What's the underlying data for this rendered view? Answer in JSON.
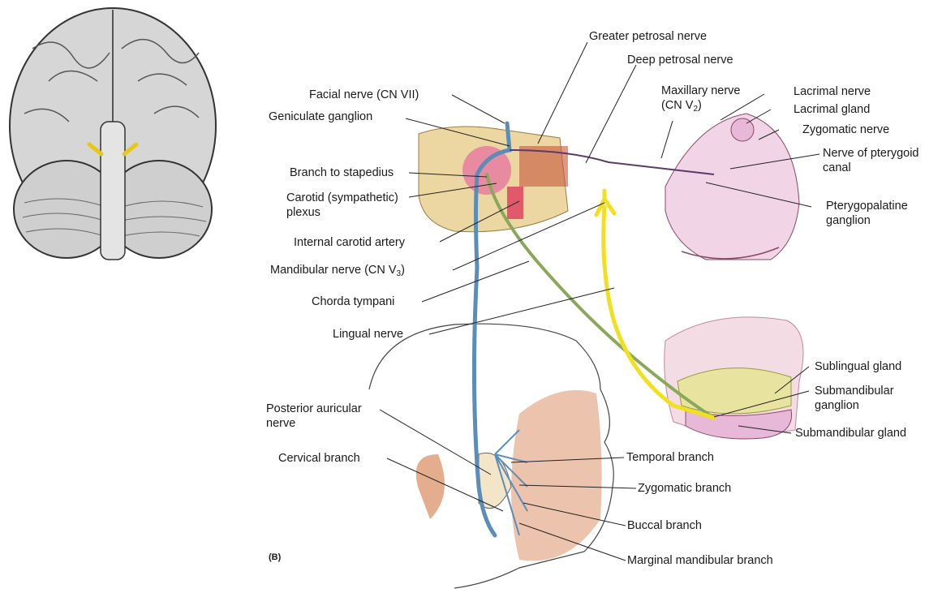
{
  "figure_tag": "(B)",
  "labels": {
    "facial_nerve": "Facial nerve (CN VII)",
    "geniculate_ganglion": "Geniculate ganglion",
    "branch_to_stapedius": "Branch to stapedius",
    "carotid_plexus_line1": "Carotid (sympathetic)",
    "carotid_plexus_line2": "plexus",
    "internal_carotid_artery": "Internal carotid artery",
    "mandibular_nerve_pre": "Mandibular nerve (CN V",
    "mandibular_nerve_sub": "3",
    "mandibular_nerve_post": ")",
    "chorda_tympani": "Chorda tympani",
    "lingual_nerve": "Lingual nerve",
    "greater_petrosal_nerve": "Greater petrosal nerve",
    "deep_petrosal_nerve": "Deep petrosal nerve",
    "maxillary_nerve_line1": "Maxillary nerve",
    "maxillary_nerve_pre": "(CN V",
    "maxillary_nerve_sub": "2",
    "maxillary_nerve_post": ")",
    "lacrimal_nerve": "Lacrimal nerve",
    "lacrimal_gland": "Lacrimal gland",
    "zygomatic_nerve": "Zygomatic nerve",
    "nerve_pterygoid_line1": "Nerve of pterygoid",
    "nerve_pterygoid_line2": "canal",
    "pterygopalatine_line1": "Pterygopalatine",
    "pterygopalatine_line2": "ganglion",
    "sublingual_gland": "Sublingual gland",
    "submandibular_ganglion_line1": "Submandibular",
    "submandibular_ganglion_line2": "ganglion",
    "submandibular_gland": "Submandibular gland",
    "posterior_auricular_line1": "Posterior auricular",
    "posterior_auricular_line2": "nerve",
    "cervical_branch": "Cervical branch",
    "temporal_branch": "Temporal branch",
    "zygomatic_branch": "Zygomatic branch",
    "buccal_branch": "Buccal branch",
    "marginal_mandibular_branch": "Marginal mandibular branch"
  },
  "colors": {
    "facial_nerve": "#5b8db8",
    "chorda_tympani": "#8aa85a",
    "lingual_nerve": "#f0e020",
    "bone": "#ecd7a3",
    "muscle": "#d98a5c",
    "gland_pink": "#e8b8d8",
    "artery": "#e05a6a"
  }
}
